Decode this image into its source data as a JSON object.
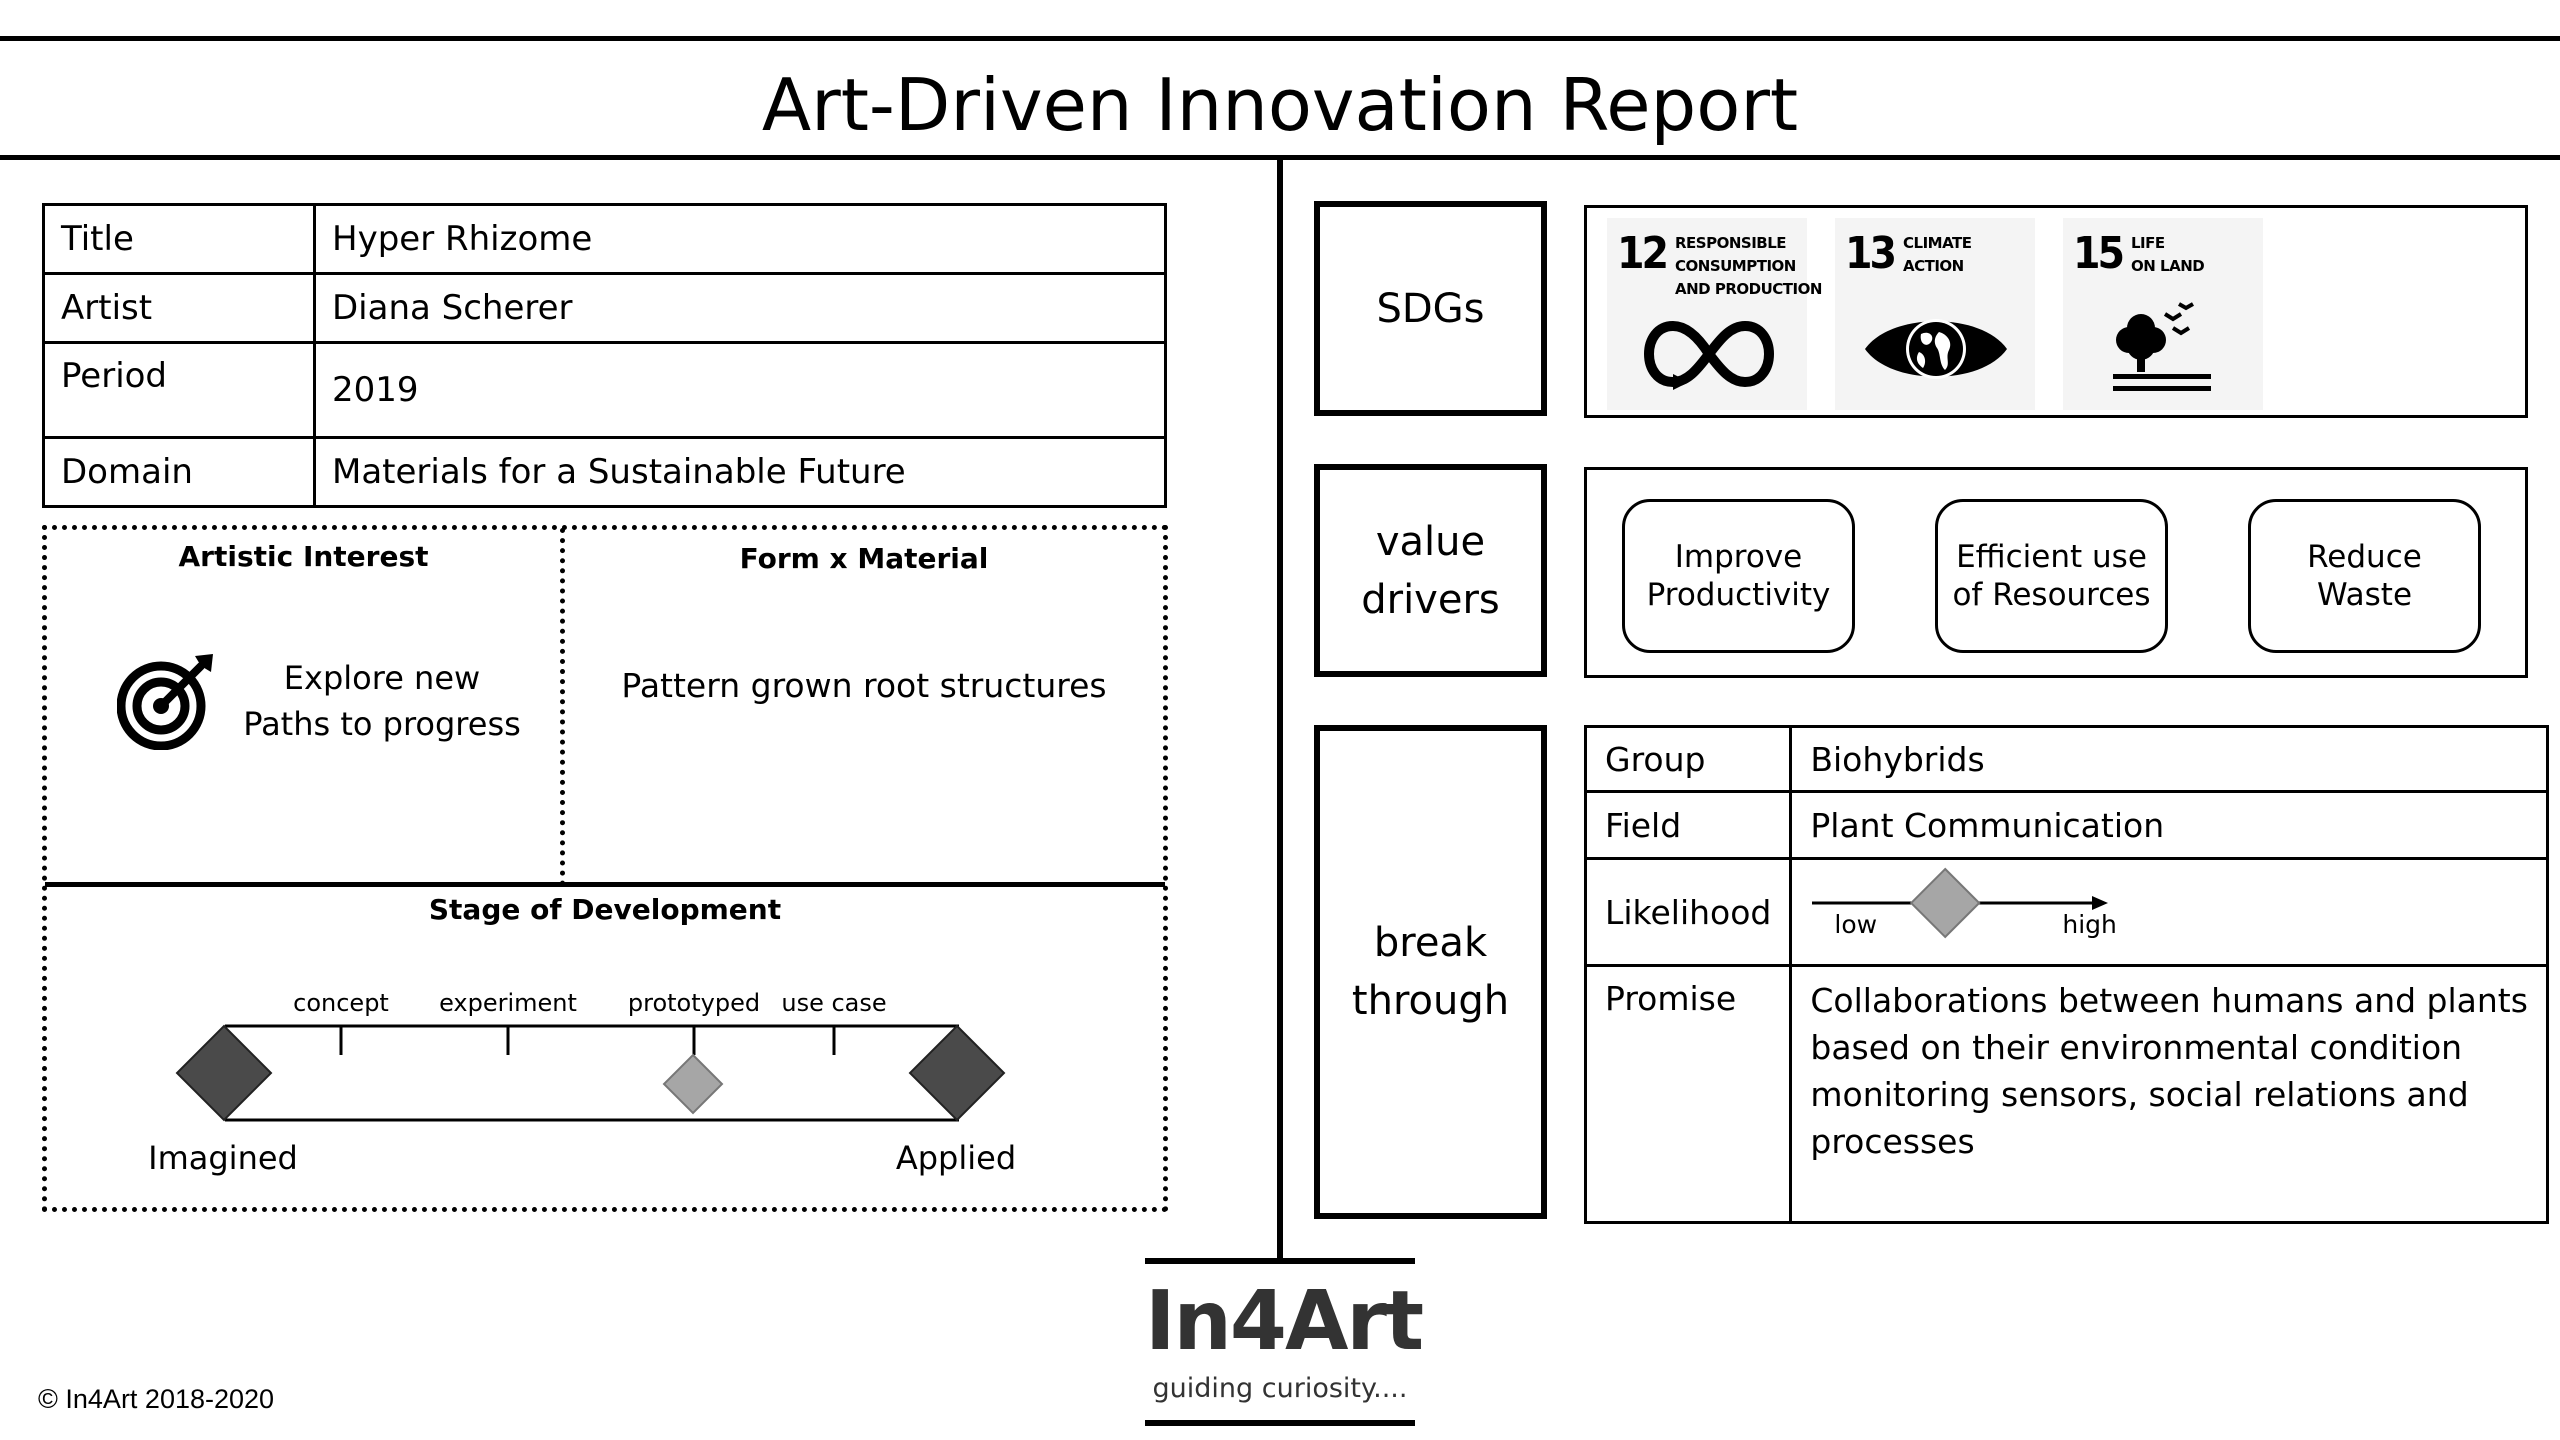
{
  "header": {
    "title": "Art-Driven Innovation Report"
  },
  "info": [
    {
      "key": "Title",
      "value": "Hyper Rhizome"
    },
    {
      "key": "Artist",
      "value": "Diana Scherer"
    },
    {
      "key": "Period",
      "value": "2019"
    },
    {
      "key": "Domain",
      "value": "Materials for a Sustainable Future"
    }
  ],
  "artistic_interest": {
    "title": "Artistic Interest",
    "line1": "Explore new",
    "line2": "Paths to progress"
  },
  "form_material": {
    "title": "Form x Material",
    "text": "Pattern grown root structures"
  },
  "stage": {
    "title": "Stage of Development",
    "ticks": [
      "concept",
      "experiment",
      "prototyped",
      "use case"
    ],
    "start": "Imagined",
    "end": "Applied"
  },
  "sdgs": {
    "label": "SDGs",
    "items": [
      {
        "number": "12",
        "text": "RESPONSIBLE\nCONSUMPTION\nAND PRODUCTION",
        "icon": "infinity-icon"
      },
      {
        "number": "13",
        "text": "CLIMATE\nACTION",
        "icon": "eye-globe-icon"
      },
      {
        "number": "15",
        "text": "LIFE\nON LAND",
        "icon": "tree-birds-icon"
      }
    ]
  },
  "value_drivers": {
    "label_line1": "value",
    "label_line2": "drivers",
    "items": [
      {
        "line1": "Improve",
        "line2": "Productivity"
      },
      {
        "line1": "Efficient use",
        "line2": "of Resources"
      },
      {
        "line1": "Reduce",
        "line2": "Waste"
      }
    ]
  },
  "breakthrough": {
    "label_line1": "break",
    "label_line2": "through",
    "group_key": "Group",
    "group_value": "Biohybrids",
    "field_key": "Field",
    "field_value": "Plant Communication",
    "likelihood_key": "Likelihood",
    "likelihood_low": "low",
    "likelihood_high": "high",
    "likelihood_level": 0.45,
    "promise_key": "Promise",
    "promise_line1": "Collaborations between humans and plants",
    "promise_line2": "based on their environmental condition",
    "promise_line3": "monitoring sensors, social relations and",
    "promise_line4": "processes"
  },
  "footer": {
    "copyright": "© In4Art 2018-2020",
    "logo": "In4Art",
    "tagline": "guiding curiosity...."
  }
}
